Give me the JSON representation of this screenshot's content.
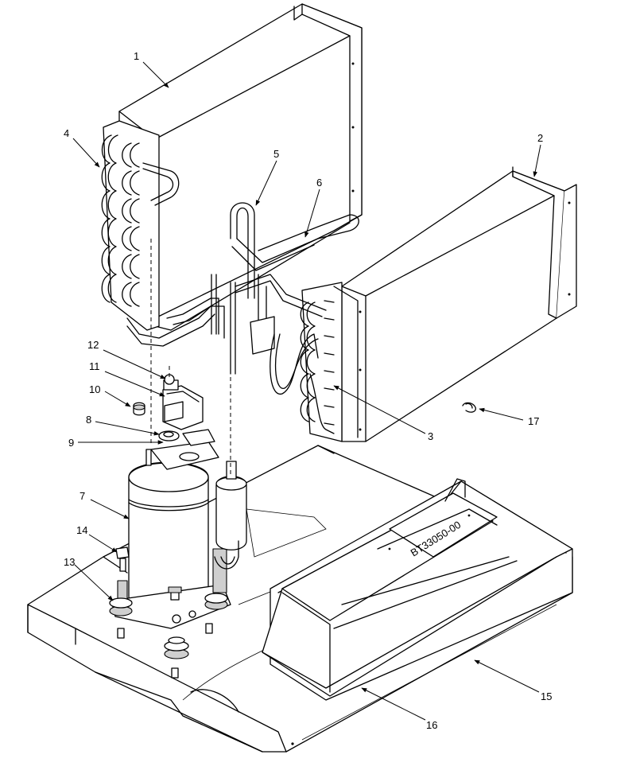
{
  "diagram": {
    "part_numbers": [
      "1",
      "2",
      "3",
      "4",
      "5",
      "6",
      "7",
      "8",
      "9",
      "10",
      "11",
      "12",
      "13",
      "14",
      "15",
      "16",
      "17"
    ],
    "pan_stamp": "BT33050-00"
  }
}
